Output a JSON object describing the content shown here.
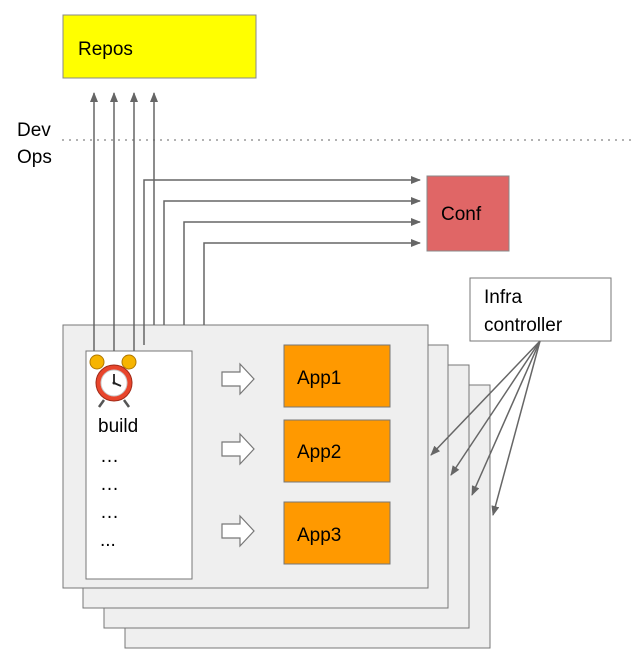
{
  "repos": {
    "label": "Repos"
  },
  "boundary": {
    "dev_label": "Dev",
    "ops_label": "Ops"
  },
  "conf": {
    "label": "Conf"
  },
  "infra": {
    "line1": "Infra",
    "line2": "controller"
  },
  "build_panel": {
    "label": "build",
    "items": [
      "…",
      "…",
      "…",
      "..."
    ]
  },
  "apps": [
    {
      "label": "App1"
    },
    {
      "label": "App2"
    },
    {
      "label": "App3"
    }
  ],
  "colors": {
    "repos_fill": "#ffff00",
    "conf_fill": "#e06666",
    "app_fill": "#ff9900",
    "stack_fill": "#efefef",
    "arrow": "#666666"
  }
}
